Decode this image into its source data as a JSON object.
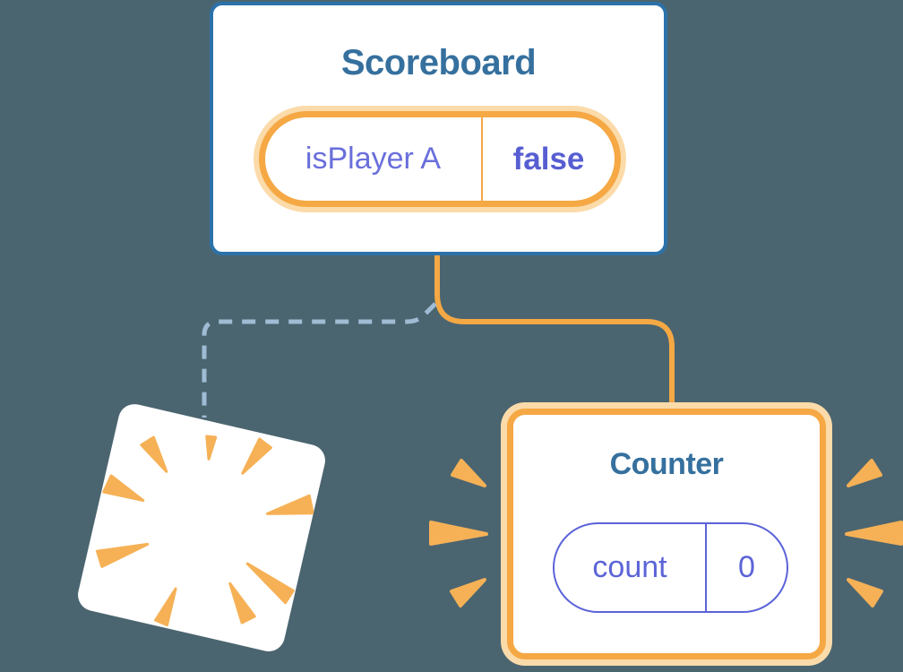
{
  "scoreboard_card": {
    "title": "Scoreboard",
    "state_pill": {
      "name": "isPlayer A",
      "value": "false"
    }
  },
  "counter_card": {
    "title": "Counter",
    "state_pill": {
      "name": "count",
      "value": "0"
    }
  },
  "icons": {
    "sparkle_large": "sparkle-icon",
    "sparkle_small": "sparkle-icon",
    "poof_burst": "poof-burst-icon",
    "emphasis_left": "emphasis-burst-icon",
    "emphasis_right": "emphasis-burst-icon"
  },
  "colors": {
    "background": "#4B6570",
    "card_background": "#FFFFFF",
    "card_border_blue": "#2B72AB",
    "title_blue": "#35709E",
    "accent_orange": "#F5A844",
    "halo_orange": "#FBDBA9",
    "burst_orange": "#F6B156",
    "state_name_purple": "#6A6FDB",
    "state_value_purple": "#575ED2",
    "pill_border_purple": "#5B63D8",
    "dashed_link_blue": "#9FBCD4"
  }
}
